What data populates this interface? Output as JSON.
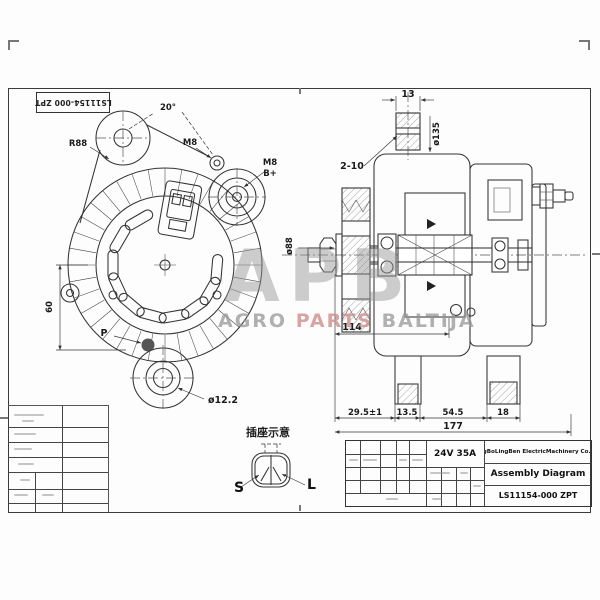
{
  "sheet": {
    "corner_label": "LS11154-000 ZPT"
  },
  "watermark": {
    "logo": "APB",
    "word1": "AGRO",
    "word2": "PARTS",
    "word3": "BALTIJA",
    "gray_color": "#969696",
    "red_color": "#cd8c8c"
  },
  "front_view": {
    "dim_angle": "20°",
    "dim_radius": "R88",
    "bolt_top": "M8",
    "bolt_right": "M8",
    "terminal_right": "B+",
    "label_p": "P",
    "dim_height": "60",
    "dim_shaft": "ø12.2"
  },
  "section_view": {
    "dim_top": "13",
    "dim_dia_body": "ø135",
    "dim_holes": "2-10",
    "dim_dia_pulley": "ø88",
    "dim_mid": "114",
    "dim_b1": "29.5±1",
    "dim_b2": "13.5",
    "dim_b3": "54.5",
    "dim_b4": "18",
    "dim_total": "177"
  },
  "socket": {
    "title": "插座示意",
    "pin_left": "S",
    "pin_right": "L"
  },
  "title_block": {
    "rating": "24V 35A",
    "company": "NingBoLingBen ElectricMachinery Co.,LTD",
    "doc_title": "Assembly Diagram",
    "part_no": "LS11154-000 ZPT"
  }
}
